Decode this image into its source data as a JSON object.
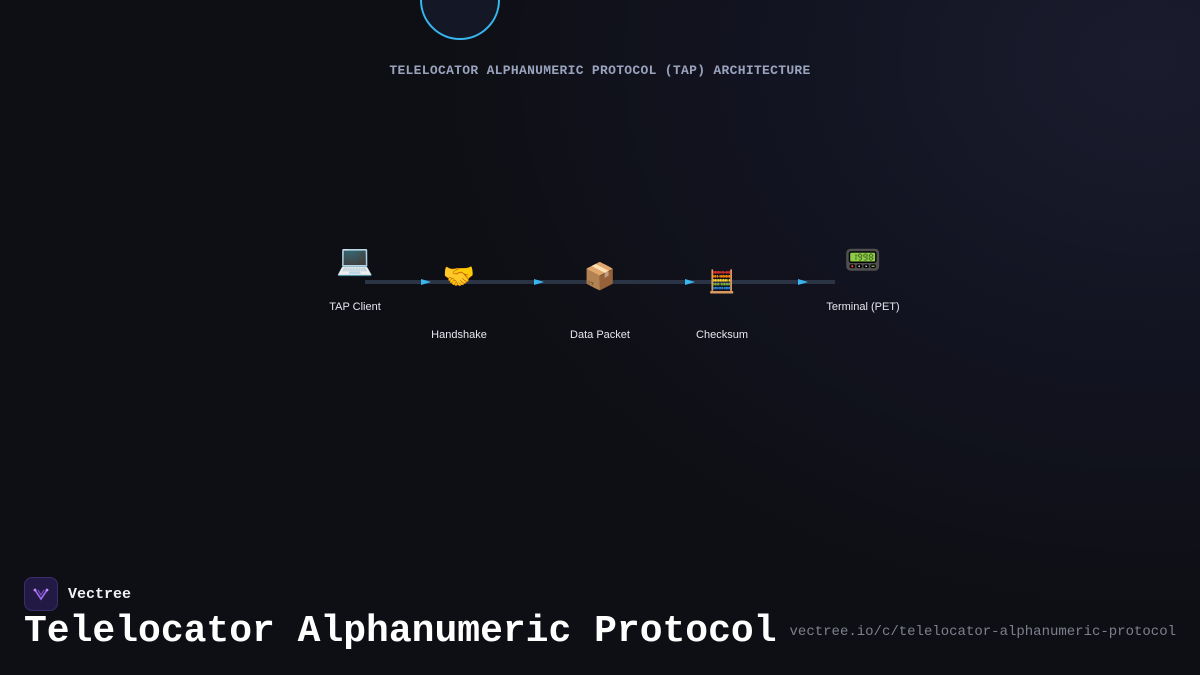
{
  "diagram": {
    "title": "TELELOCATOR ALPHANUMERIC PROTOCOL (TAP) ARCHITECTURE",
    "nodes": [
      {
        "id": "tap-client",
        "label": "TAP Client",
        "icon": "laptop-icon",
        "glyph": "💻"
      },
      {
        "id": "handshake",
        "label": "Handshake",
        "icon": "handshake-icon",
        "glyph": "🤝"
      },
      {
        "id": "data-packet",
        "label": "Data Packet",
        "icon": "package-icon",
        "glyph": "📦"
      },
      {
        "id": "checksum",
        "label": "Checksum",
        "icon": "abacus-icon",
        "glyph": "🧮"
      },
      {
        "id": "terminal",
        "label": "Terminal (PET)",
        "icon": "pager-icon",
        "glyph": "📟"
      }
    ],
    "edges": [
      {
        "from": "tap-client",
        "to": "handshake"
      },
      {
        "from": "handshake",
        "to": "data-packet"
      },
      {
        "from": "data-packet",
        "to": "checksum"
      },
      {
        "from": "checksum",
        "to": "terminal"
      }
    ],
    "colors": {
      "arrow": "#38b6f0",
      "line": "#2b3445",
      "accent_circle": "#38b6f0"
    }
  },
  "footer": {
    "brand": "Vectree",
    "title": "Telelocator Alphanumeric Protocol",
    "url": "vectree.io/c/telelocator-alphanumeric-protocol"
  }
}
